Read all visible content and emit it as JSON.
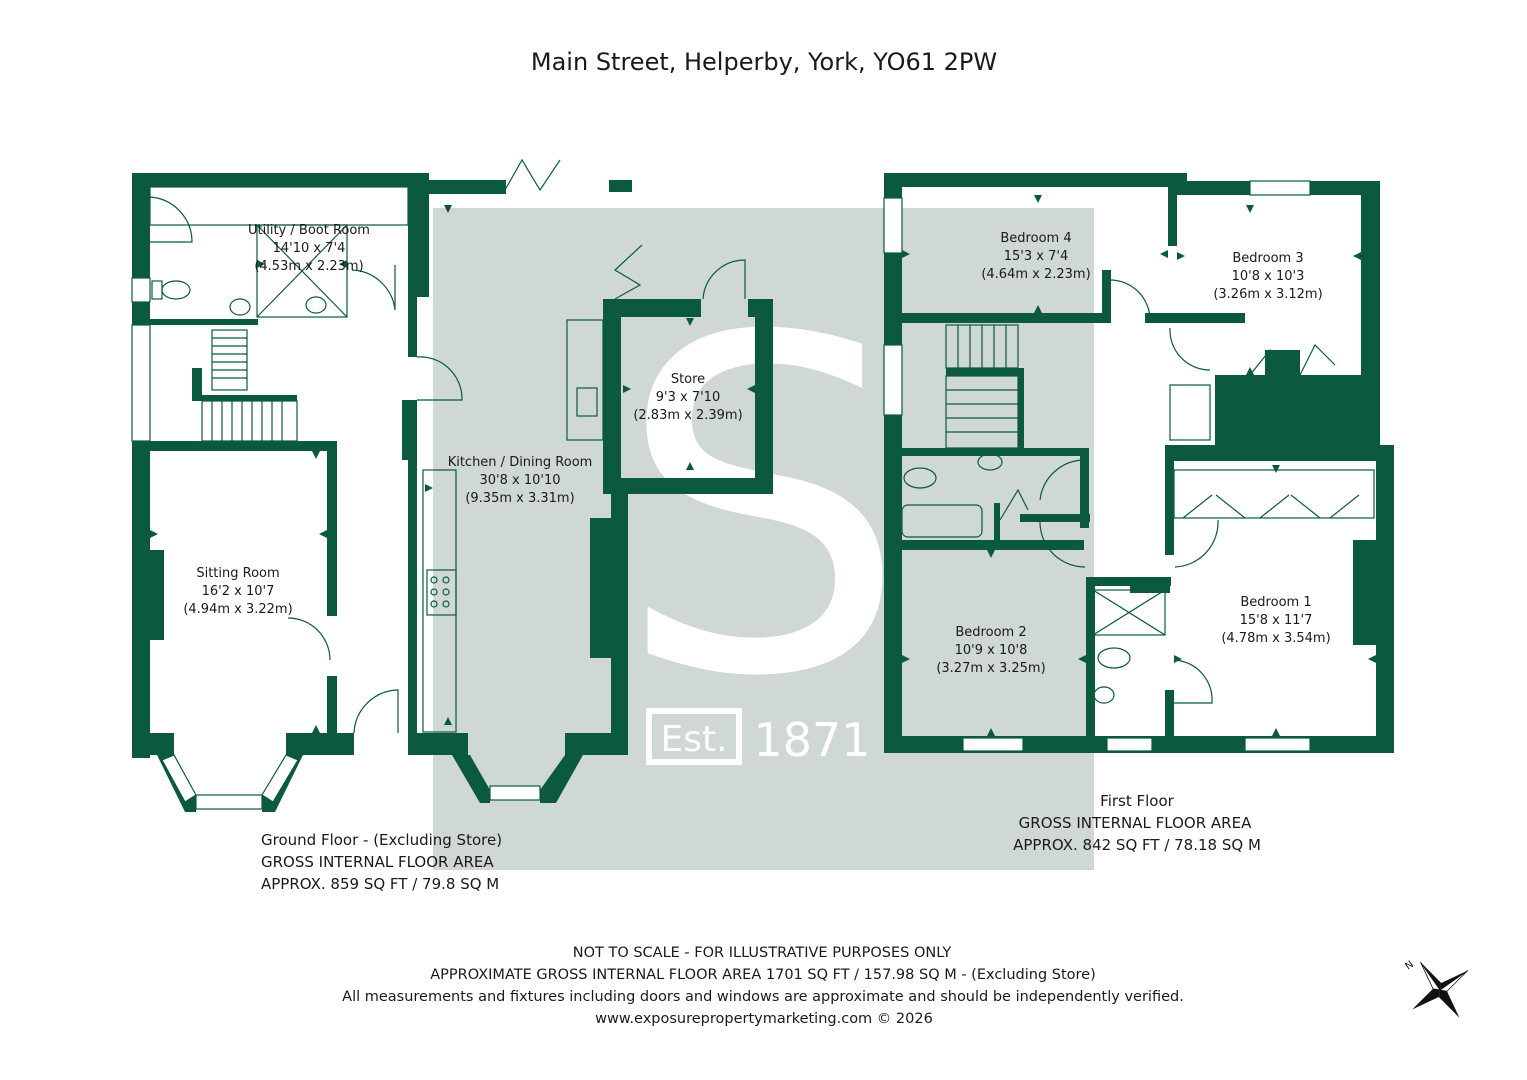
{
  "title": "Main Street, Helperby, York, YO61 2PW",
  "colors": {
    "wall": "#0b5a3e",
    "watermark_bg": "#cfd8d3",
    "watermark_fg": "#ffffff"
  },
  "watermark": {
    "letter": "S",
    "est": "Est.",
    "year": "1871"
  },
  "rooms": {
    "utility": {
      "name": "Utility / Boot Room",
      "imperial": "14'10 x 7'4",
      "metric": "(4.53m x 2.23m)"
    },
    "kitchen": {
      "name": "Kitchen / Dining Room",
      "imperial": "30'8 x 10'10",
      "metric": "(9.35m x 3.31m)"
    },
    "store": {
      "name": "Store",
      "imperial": "9'3 x 7'10",
      "metric": "(2.83m x 2.39m)"
    },
    "sitting": {
      "name": "Sitting Room",
      "imperial": "16'2 x 10'7",
      "metric": "(4.94m x 3.22m)"
    },
    "bedroom4": {
      "name": "Bedroom 4",
      "imperial": "15'3 x 7'4",
      "metric": "(4.64m x 2.23m)"
    },
    "bedroom3": {
      "name": "Bedroom 3",
      "imperial": "10'8 x 10'3",
      "metric": "(3.26m x 3.12m)"
    },
    "bedroom2": {
      "name": "Bedroom 2",
      "imperial": "10'9 x 10'8",
      "metric": "(3.27m x 3.25m)"
    },
    "bedroom1": {
      "name": "Bedroom 1",
      "imperial": "15'8 x 11'7",
      "metric": "(4.78m x 3.54m)"
    }
  },
  "ground_floor": {
    "label": "Ground Floor - (Excluding Store)",
    "gia": "GROSS INTERNAL FLOOR AREA",
    "approx": "APPROX. 859 SQ FT / 79.8 SQ M"
  },
  "first_floor": {
    "label": "First Floor",
    "gia": "GROSS INTERNAL FLOOR AREA",
    "approx": "APPROX. 842 SQ FT / 78.18 SQ M"
  },
  "footer": {
    "line1": "NOT TO SCALE - FOR ILLUSTRATIVE PURPOSES ONLY",
    "line2": "APPROXIMATE GROSS INTERNAL FLOOR AREA 1701 SQ FT / 157.98 SQ M - (Excluding Store)",
    "line3": "All measurements and fixtures including doors and windows are approximate and should be independently verified.",
    "line4": "www.exposurepropertymarketing.com © 2026"
  },
  "compass": {
    "north_letter": "N"
  }
}
